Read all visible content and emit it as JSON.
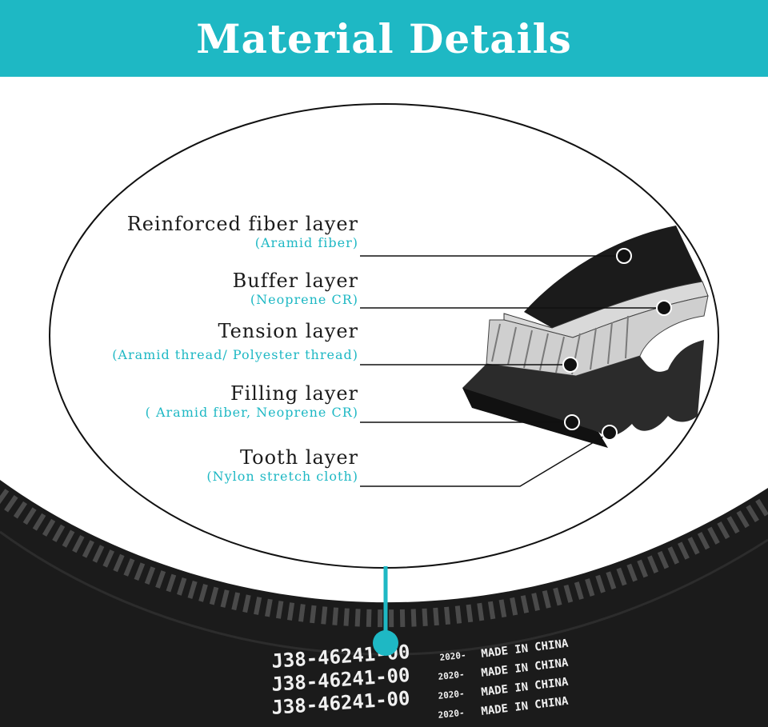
{
  "banner": {
    "title": "Material Details"
  },
  "layers": [
    {
      "name": "Reinforced fiber layer",
      "material": "(Aramid fiber)"
    },
    {
      "name": "Buffer layer",
      "material": "(Neoprene CR)"
    },
    {
      "name": "Tension layer",
      "material": "(Aramid thread/ Polyester thread)"
    },
    {
      "name": "Filling layer",
      "material": "( Aramid fiber, Neoprene CR)"
    },
    {
      "name": "Tooth layer",
      "material": "(Nylon stretch cloth)"
    }
  ],
  "belt_print": {
    "part_number": "J38-46241-00",
    "year": "2020-",
    "origin": "MADE IN CHINA"
  },
  "colors": {
    "accent": "#1eb8c4",
    "belt": "#1b1b1b",
    "text": "#1a1a1a"
  }
}
